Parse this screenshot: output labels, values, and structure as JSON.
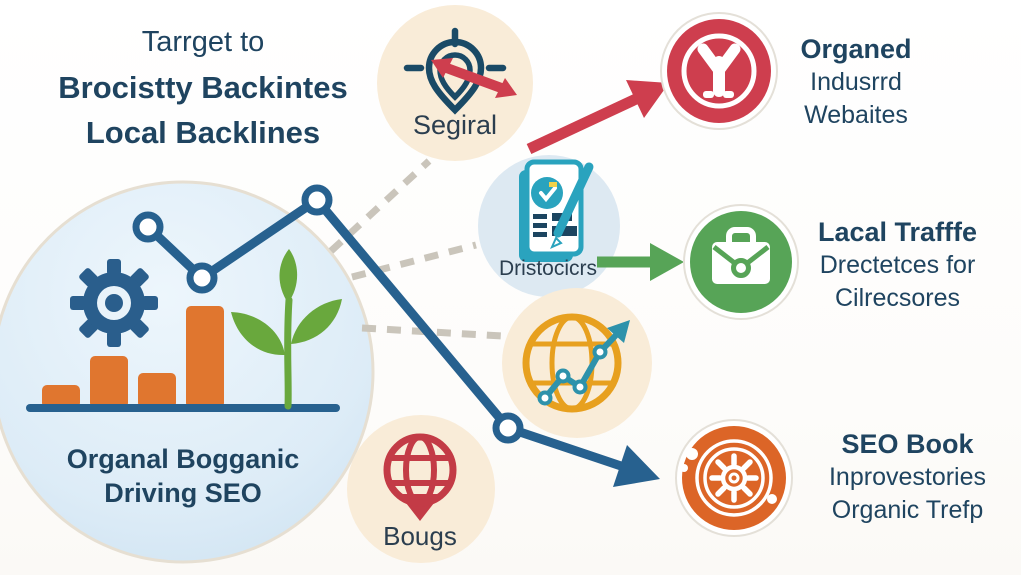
{
  "title": {
    "line1": "Tarrget to",
    "line2": "Brocistty Backintes",
    "line3": "Local Backlines"
  },
  "growth_circle": {
    "caption_line1": "Organal Bogganic",
    "caption_line2": "Driving SEO"
  },
  "hubs": {
    "segiral": {
      "label": "Segiral"
    },
    "documents": {
      "label": "Dristocicrs"
    },
    "bougs": {
      "label": "Bougs"
    }
  },
  "right_items": [
    {
      "heading": "Organed",
      "line2": "Indusrrd",
      "line3": "Webaites"
    },
    {
      "heading": "Lacal Trafffe",
      "line2": "Drectetces for",
      "line3": "Cilrecsores"
    },
    {
      "heading": "SEO Book",
      "line2": "Inprovestories",
      "line3": "Organic Trefp"
    }
  ],
  "icons": {
    "location-target-pin-icon": "navy map pin with crosshair and red double arrow",
    "document-checklist-icon": "teal document with badge and pen",
    "growth-globe-icon": "yellow globe with teal rising trend arrow",
    "globe-pin-icon": "red globe shaped map pin",
    "person-badge-icon": "white raised-arms figure in red circle",
    "briefcase-icon": "white briefcase in green circle",
    "gear-badge-icon": "white gear rings in orange circle",
    "gear-icon": "navy cog",
    "bar-chart-icon": "orange bars with baseline",
    "plant-icon": "green sprout",
    "trend-polyline-icon": "navy line chart with node dots and arrow"
  },
  "colors": {
    "text_navy": "#1f4460",
    "line_navy": "#27618f",
    "red": "#ce3e4e",
    "green": "#57a457",
    "orange_badge": "#dc6527",
    "bar_orange": "#e0762f",
    "globe_yellow": "#e7a01f",
    "teal": "#2aa3be",
    "trend_teal": "#2e92ab",
    "leaf_green": "#69a83d",
    "cream_bubble": "#f9ecd8",
    "blue_bubble": "#dde9f2",
    "dashed_gray": "#cac5bb"
  }
}
